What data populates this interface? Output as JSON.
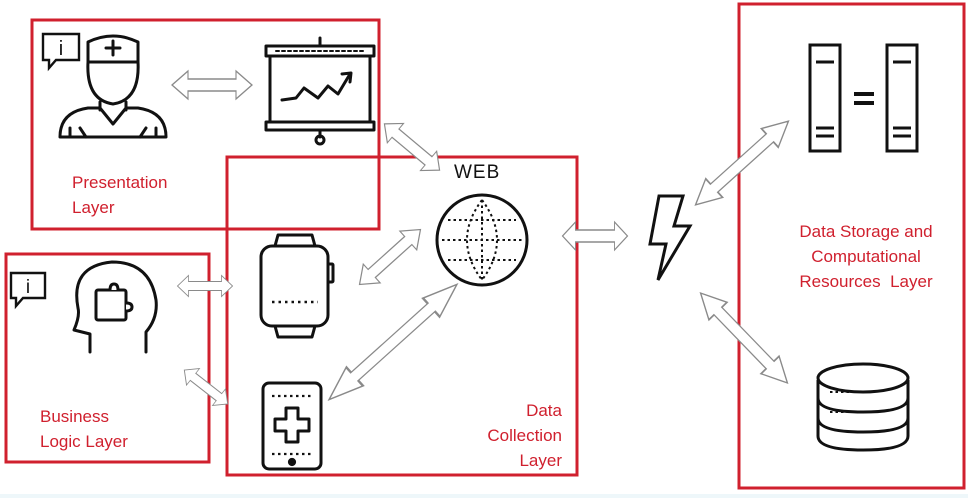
{
  "layers": {
    "presentation": {
      "line1": "Presentation",
      "line2": "Layer"
    },
    "business": {
      "line1": "Business",
      "line2": "Logic Layer"
    },
    "data_collection": {
      "line1": "Data",
      "line2": "Collection",
      "line3": "Layer"
    },
    "storage": {
      "line1": "Data Storage and",
      "line2": "Computational",
      "line3": "Resources  Layer"
    }
  },
  "web_label": "WEB",
  "info_glyph": "i",
  "colors": {
    "frame": "#d0202e",
    "icon": "#111111",
    "arrow_stroke": "#8a8a8a"
  },
  "icons": [
    "doctor-icon",
    "presentation-chart-icon",
    "head-puzzle-icon",
    "smartwatch-icon",
    "mobile-medical-icon",
    "web-globe-icon",
    "lightning-icon",
    "server-sync-icon",
    "database-icon",
    "info-bubble-icon"
  ]
}
